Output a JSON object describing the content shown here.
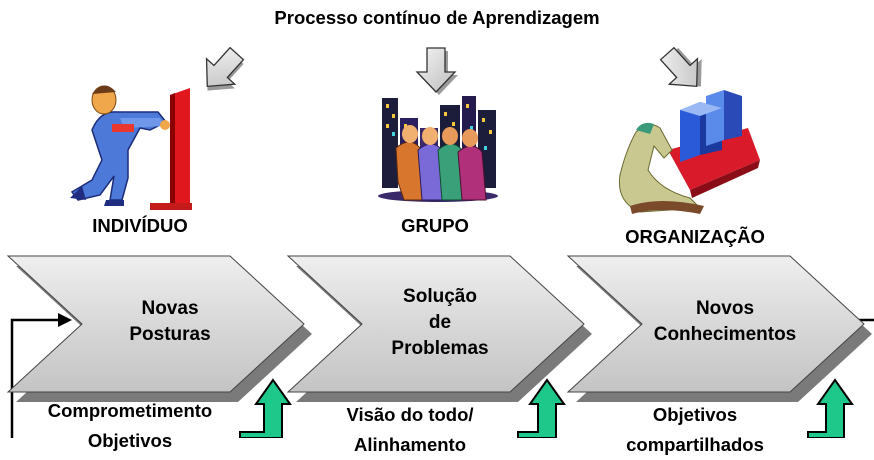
{
  "title": "Processo contínuo de Aprendizagem",
  "stages": [
    {
      "label": "INDIVÍDUO",
      "chevron_lines": [
        "Novas",
        "Posturas"
      ],
      "bottom_lines": [
        "Comprometimento",
        "Objetivos"
      ],
      "illustration": "person-pushing-wall-clipart"
    },
    {
      "label": "GRUPO",
      "chevron_lines": [
        "Solução",
        "de",
        "Problemas"
      ],
      "bottom_lines": [
        "Visão do todo/",
        "Alinhamento"
      ],
      "illustration": "group-of-people-city-clipart"
    },
    {
      "label": "ORGANIZAÇÃO",
      "chevron_lines": [
        "Novos",
        "Conhecimentos"
      ],
      "bottom_lines": [
        "Objetivos",
        "compartilhados"
      ],
      "illustration": "hand-with-building-clipart"
    }
  ],
  "colors": {
    "chevron_fill": "#d6d6d6",
    "chevron_shadow": "#7a7a7a",
    "green_arrow": "#1ec88a",
    "down_arrow_fill": "#dedede"
  }
}
